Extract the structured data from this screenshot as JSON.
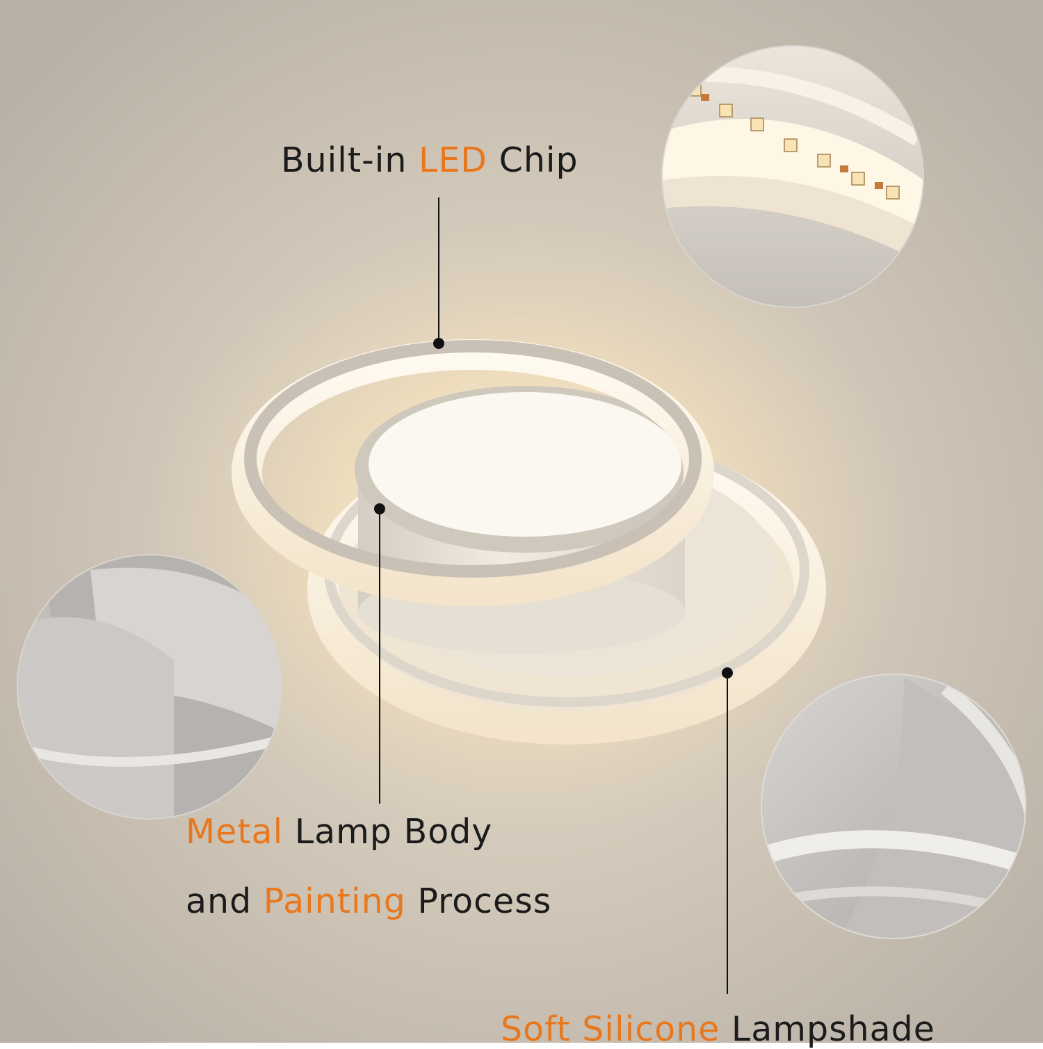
{
  "colors": {
    "background": "#cdc6bb",
    "text": "#1b1b1b",
    "accent": "#e8781e",
    "glow": "#ffe9c2"
  },
  "callouts": {
    "led_chip": {
      "pre": "Built-in ",
      "accent": "LED",
      "post": " Chip"
    },
    "lamp_body": {
      "line1_accent": "Metal",
      "line1_post": " Lamp Body",
      "line2_pre": "and ",
      "line2_accent": "Painting",
      "line2_post": " Process"
    },
    "lampshade": {
      "accent": "Soft Silicone",
      "post": " Lampshade"
    }
  }
}
